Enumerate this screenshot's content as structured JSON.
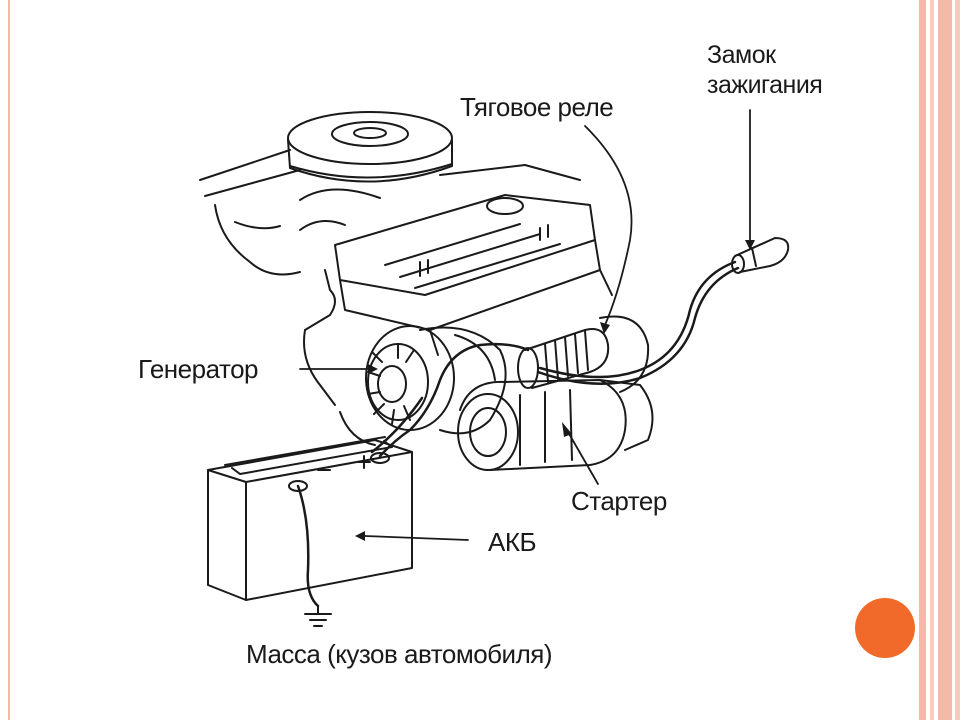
{
  "labels": {
    "ignition_line1": "Замок",
    "ignition_line2": "зажигания",
    "relay": "Тяговое реле",
    "generator": "Генератор",
    "starter": "Стартер",
    "battery": "АКБ",
    "ground": "Масса (кузов автомобиля)"
  },
  "colors": {
    "frame_border": "#f4b9a8",
    "frame_stripe": "#f7cbbd",
    "accent_dot": "#f26a2a",
    "line_art": "#1a1a1a"
  }
}
